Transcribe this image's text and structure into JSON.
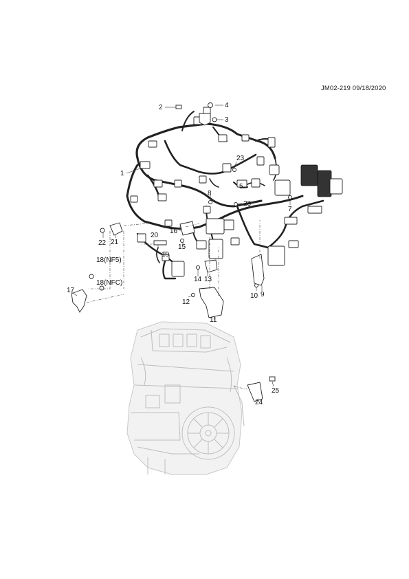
{
  "document": {
    "code": "JM02-219 09/18/2020"
  },
  "callouts": [
    {
      "id": "c1",
      "label": "1"
    },
    {
      "id": "c2",
      "label": "2"
    },
    {
      "id": "c3",
      "label": "3"
    },
    {
      "id": "c4",
      "label": "4"
    },
    {
      "id": "c5",
      "label": "5"
    },
    {
      "id": "c7",
      "label": "7"
    },
    {
      "id": "c8",
      "label": "8"
    },
    {
      "id": "c9",
      "label": "9"
    },
    {
      "id": "c10",
      "label": "10"
    },
    {
      "id": "c11",
      "label": "11"
    },
    {
      "id": "c12",
      "label": "12"
    },
    {
      "id": "c13",
      "label": "13"
    },
    {
      "id": "c14",
      "label": "14"
    },
    {
      "id": "c15",
      "label": "15"
    },
    {
      "id": "c16",
      "label": "16"
    },
    {
      "id": "c17",
      "label": "17"
    },
    {
      "id": "c18a",
      "label": "18(NF5)"
    },
    {
      "id": "c18b",
      "label": "18(NFC)"
    },
    {
      "id": "c19",
      "label": "19"
    },
    {
      "id": "c20",
      "label": "20"
    },
    {
      "id": "c21",
      "label": "21"
    },
    {
      "id": "c22",
      "label": "22"
    },
    {
      "id": "c23a",
      "label": "23"
    },
    {
      "id": "c23b",
      "label": "23"
    },
    {
      "id": "c24",
      "label": "24"
    },
    {
      "id": "c25",
      "label": "25"
    }
  ]
}
